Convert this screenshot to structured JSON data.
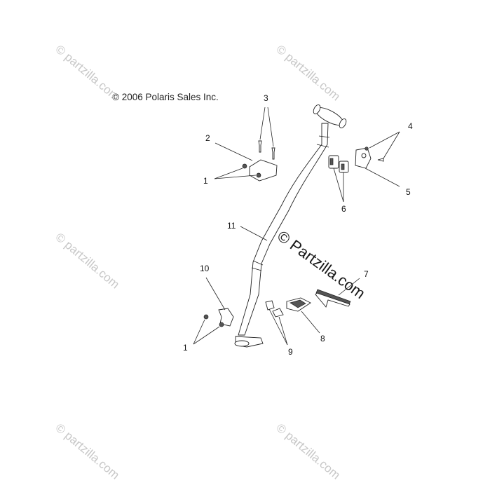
{
  "copyright": "© 2006 Polaris Sales Inc.",
  "watermark": {
    "text": "© Partzilla.com",
    "tile_text": "© partzilla.com"
  },
  "callouts": {
    "c1a": "1",
    "c1b": "1",
    "c2": "2",
    "c3": "3",
    "c4": "4",
    "c5": "5",
    "c6": "6",
    "c7": "7",
    "c8": "8",
    "c9": "9",
    "c10": "10",
    "c11": "11"
  }
}
